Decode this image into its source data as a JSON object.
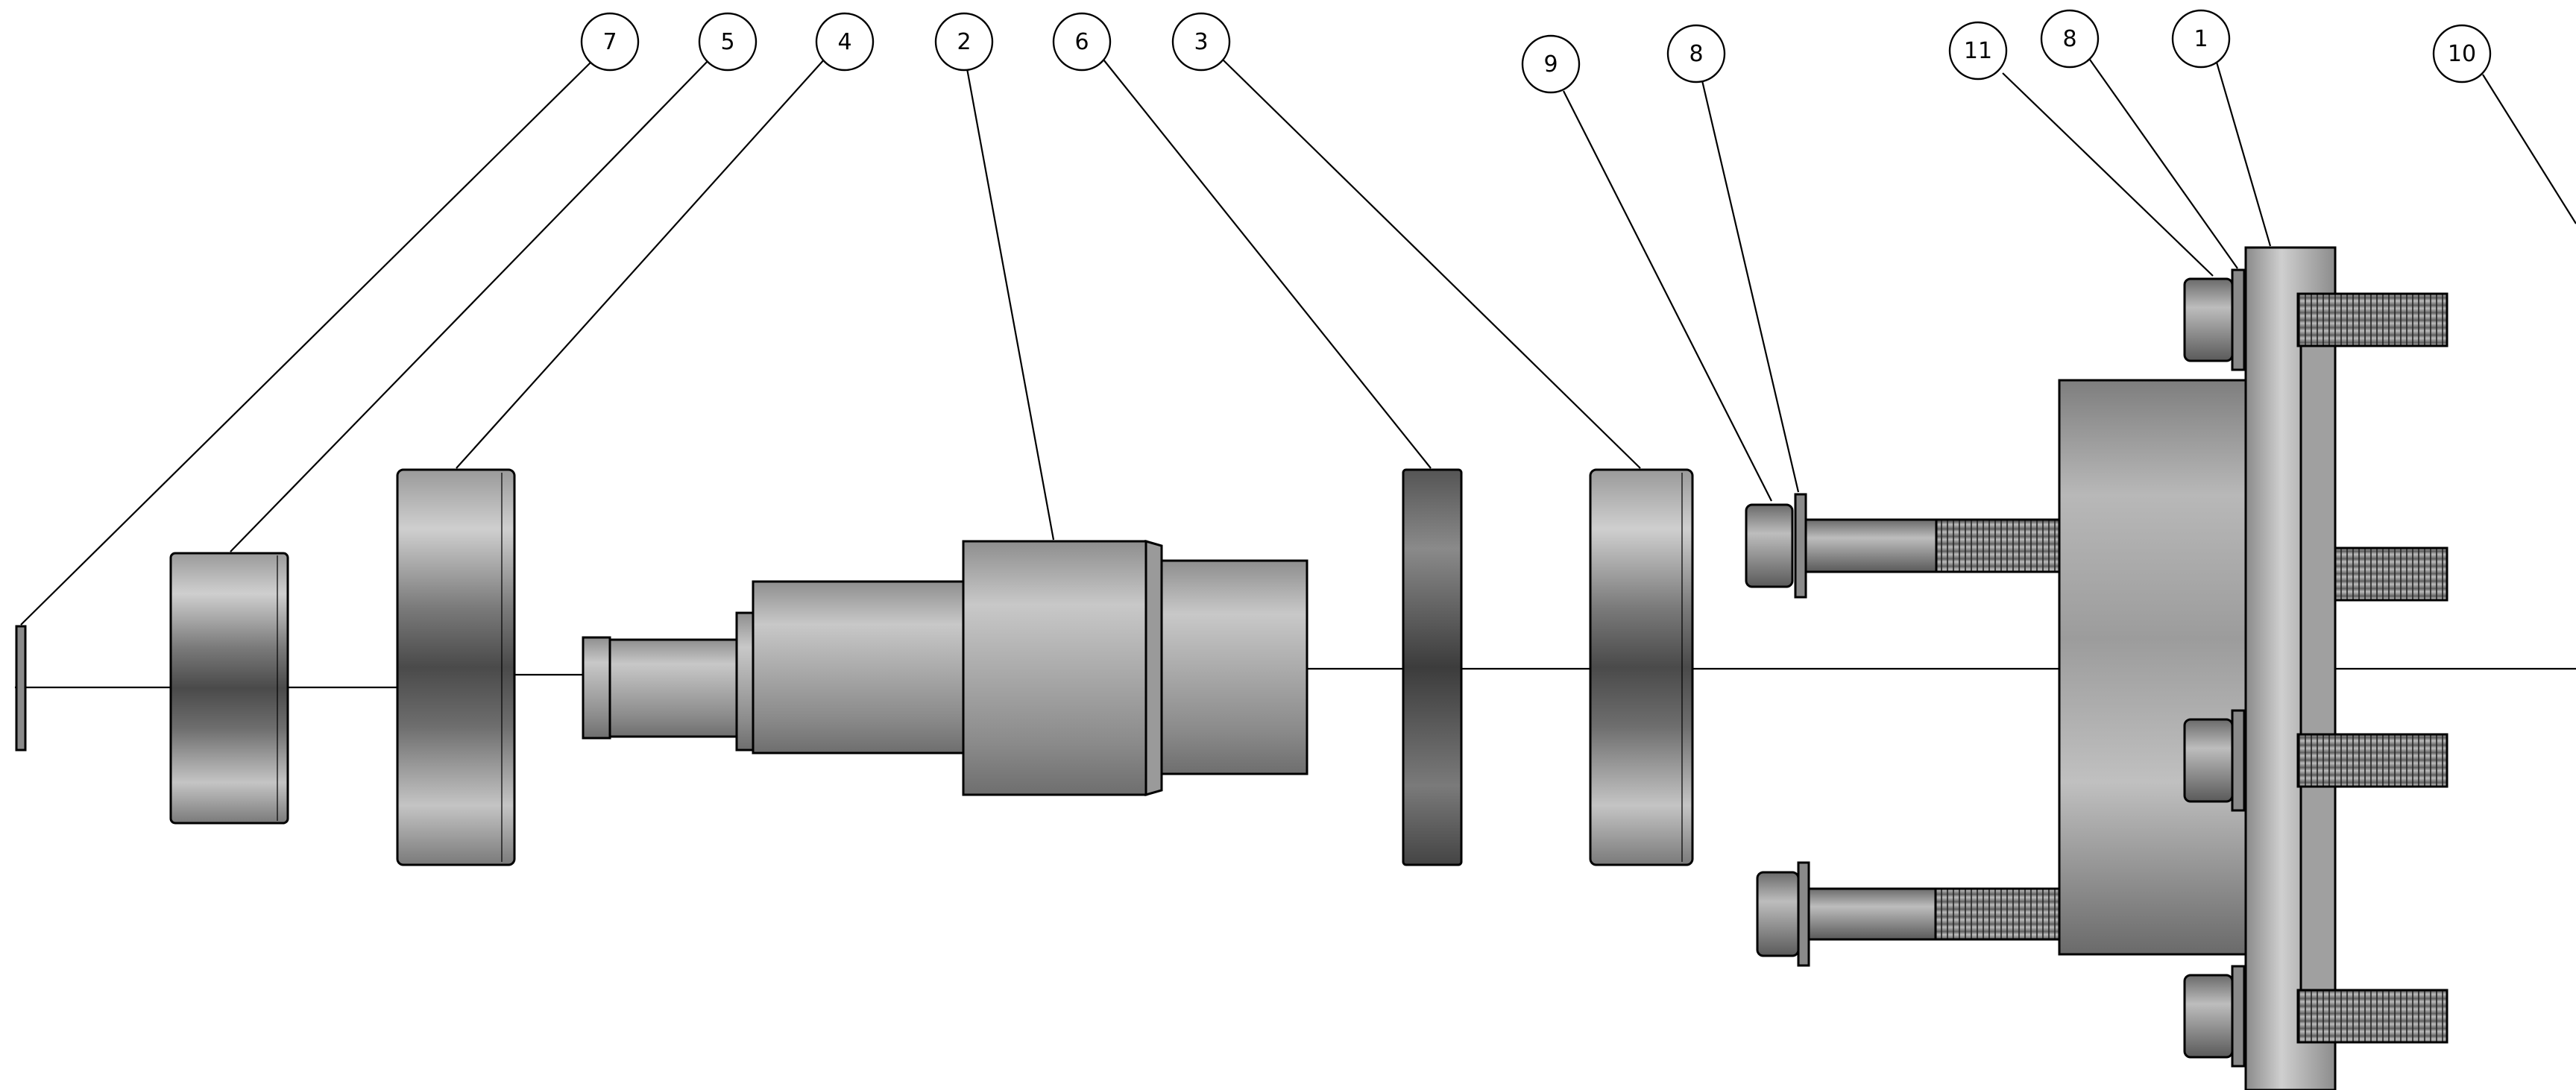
{
  "drawing": {
    "type": "exploded assembly view",
    "balloons": [
      {
        "id": "b7",
        "label": "7"
      },
      {
        "id": "b5",
        "label": "5"
      },
      {
        "id": "b4",
        "label": "4"
      },
      {
        "id": "b2",
        "label": "2"
      },
      {
        "id": "b6",
        "label": "6"
      },
      {
        "id": "b3",
        "label": "3"
      },
      {
        "id": "b9",
        "label": "9"
      },
      {
        "id": "b8a",
        "label": "8"
      },
      {
        "id": "b11",
        "label": "11"
      },
      {
        "id": "b8b",
        "label": "8"
      },
      {
        "id": "b1",
        "label": "1"
      },
      {
        "id": "b10",
        "label": "10"
      }
    ]
  },
  "colors": {
    "line": "#000000",
    "metal_light": "#c9c9c9",
    "metal_mid": "#9a9a9a",
    "metal_dark": "#5a5a5a",
    "background": "#ffffff"
  }
}
